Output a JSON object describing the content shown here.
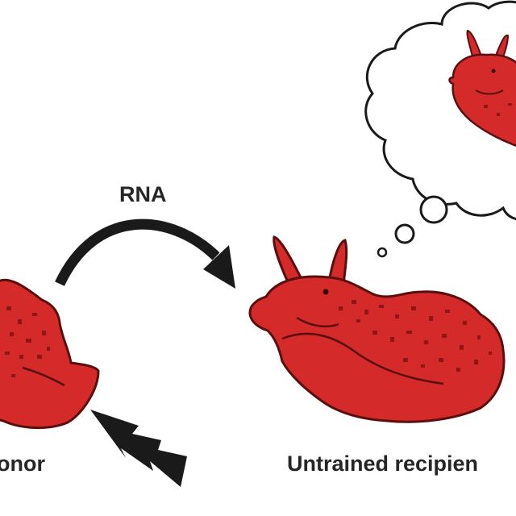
{
  "labels": {
    "transfer": "RNA",
    "donor": "onor",
    "recipient": "Untrained recipien"
  },
  "icons": {
    "donor": "sea-slug-icon",
    "recipient": "sea-slug-icon",
    "thought_slug": "sea-slug-icon",
    "arrow": "curved-arrow-icon",
    "shock": "lightning-bolt-icon",
    "thought": "thought-bubble-icon"
  },
  "colors": {
    "slug_body": "#d42a2a",
    "slug_outline": "#5a0f0f",
    "spots": "#8f1616",
    "arrow": "#1a1a1a",
    "bolt": "#1a1a1a",
    "text": "#262626"
  }
}
